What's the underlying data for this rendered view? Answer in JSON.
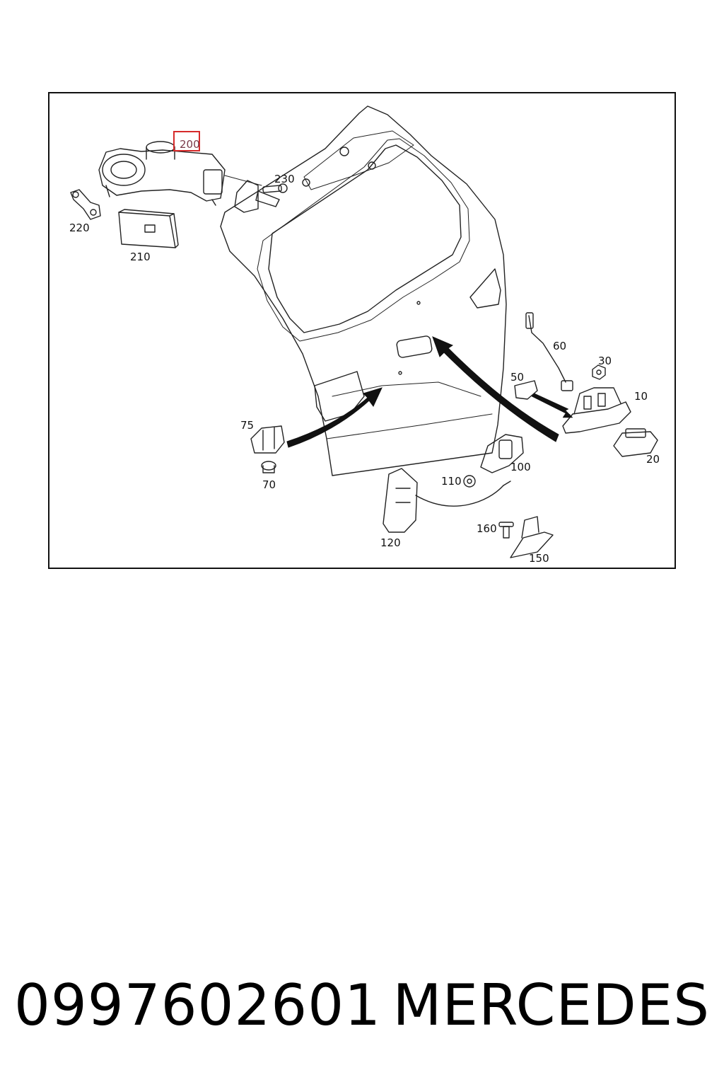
{
  "diagram": {
    "callouts": {
      "p200": "200",
      "p230": "230",
      "p220": "220",
      "p210": "210",
      "p60": "60",
      "p30": "30",
      "p50": "50",
      "p10": "10",
      "p75": "75",
      "p70": "70",
      "p100": "100",
      "p110": "110",
      "p20": "20",
      "p120": "120",
      "p160": "160",
      "p150": "150"
    },
    "highlighted_part": "200",
    "colors": {
      "line": "#222222",
      "highlight": "#d62b2b",
      "arrow": "#111111"
    }
  },
  "footer": {
    "part_number": "0997602601",
    "brand": "MERCEDES"
  }
}
